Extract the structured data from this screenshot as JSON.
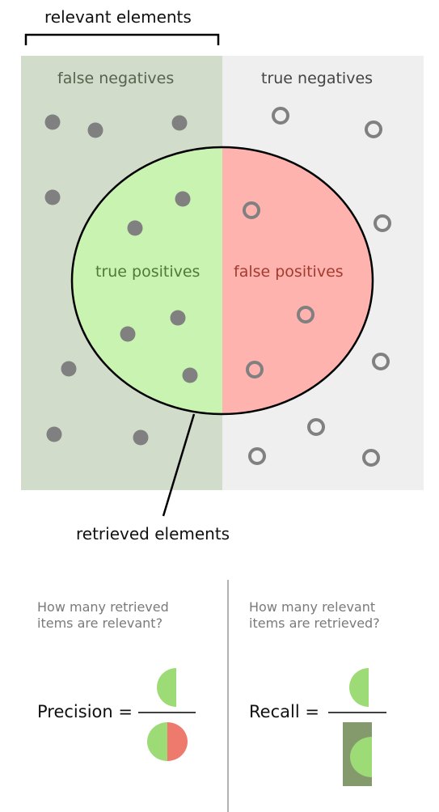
{
  "labels": {
    "relevant_elements": "relevant elements",
    "false_negatives": "false negatives",
    "true_negatives": "true negatives",
    "true_positives": "true positives",
    "false_positives": "false positives",
    "retrieved_elements": "retrieved elements"
  },
  "precision": {
    "question_line1": "How many retrieved",
    "question_line2": "items are relevant?",
    "label": "Precision ="
  },
  "recall": {
    "question_line1": "How many relevant",
    "question_line2": "items are retrieved?",
    "label": "Recall ="
  },
  "colors": {
    "relevant_region": "#d2dccb",
    "irrelevant_region": "#efefef",
    "true_positive_fill": "#c9f3b1",
    "false_positive_fill": "#ffb3ae",
    "relevant_dot": "#808080",
    "irrelevant_ring": "#808080",
    "false_negatives_text": "#55644d",
    "true_negatives_text": "#444444",
    "true_positives_text": "#4e7a37",
    "false_positives_text": "#a43b30",
    "icon_green": "#9ddb77",
    "icon_red": "#ee7a6e",
    "icon_dark_green": "#859a6c"
  }
}
